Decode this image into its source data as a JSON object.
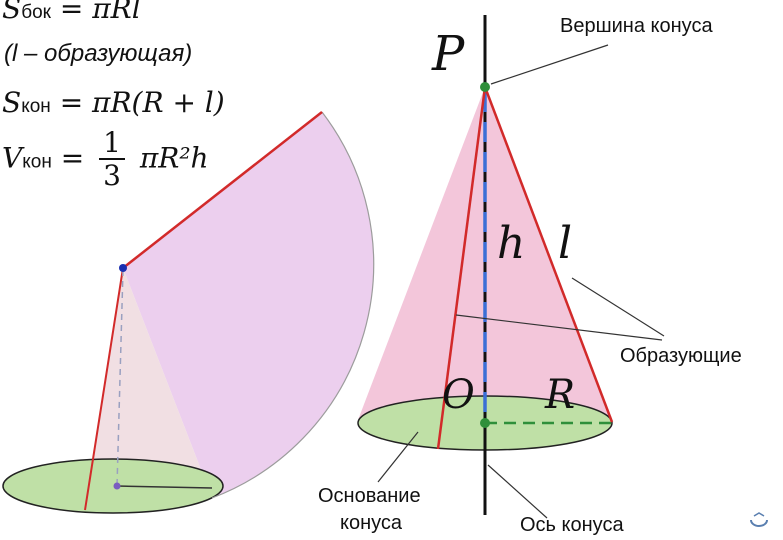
{
  "formulas": {
    "lateral": {
      "symbol": "S",
      "sub": "бок",
      "rhs": "= πRl"
    },
    "note": "(l – образующая)",
    "total": {
      "symbol": "S",
      "sub": "кон",
      "rhs": "= πR(R + l)"
    },
    "volume": {
      "symbol": "V",
      "sub": "кон",
      "eq": "=",
      "num": "1",
      "den": "3",
      "rhs": "πR²h"
    }
  },
  "cone_labels": {
    "apex_letter": "P",
    "height_letter": "h",
    "slant_letter": "l",
    "center_letter": "O",
    "radius_letter": "R"
  },
  "annotations": {
    "apex": "Вершина конуса",
    "generatrices": "Образующие",
    "base_line1": "Основание",
    "base_line2": "конуса",
    "axis": "Ось конуса"
  },
  "colors": {
    "cone_fill": "#f3c6da",
    "sector_fill": "#eccfee",
    "base_fill": "#bfe0a6",
    "edge_red": "#d22a2a",
    "axis_blue": "#3b6fd6",
    "green_point": "#2f8f3a"
  }
}
